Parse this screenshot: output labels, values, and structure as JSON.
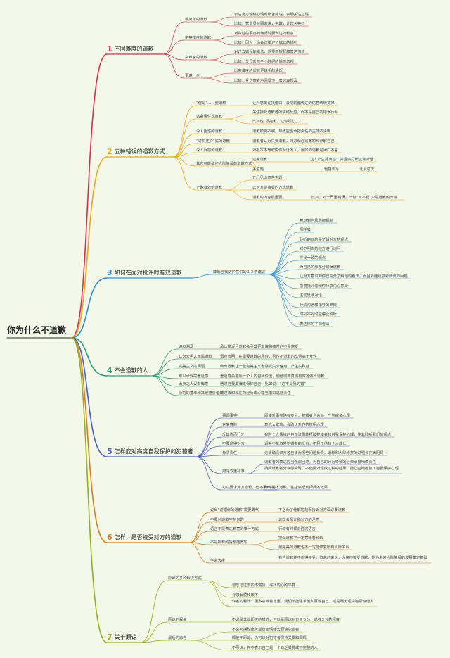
{
  "root": {
    "label": "你为什么不道歉"
  },
  "branches": [
    {
      "num": "1",
      "label": "不同难度的道歉",
      "color": "#e02a4a",
      "children": [
        {
          "label": "最简单的道歉",
          "children": [
            {
              "label": "表达对方糟糕心情或痛苦处境，表明关注之情"
            },
            {
              "label": "比如，营业员对顾客说，抱歉，让您久等了"
            }
          ]
        },
        {
          "label": "中等难度的道歉",
          "children": [
            {
              "label": "对做过的事感到悔恨时要表达的歉意"
            },
            {
              "label": "比如，因为一场会议错过了妹妹的婚礼"
            }
          ]
        },
        {
          "label": "高难度的道歉",
          "children": [
            {
              "label": "对过去错误的做法，想重新提起和表达愧疚"
            },
            {
              "label": "比如，父母对孩子小时候的情感忽视"
            }
          ]
        },
        {
          "label": "更进一步",
          "children": [
            {
              "label": "比高难度的道歉更棘手的情况"
            },
            {
              "label": "比如，受伤害者声泪俱下，表达哀怨及"
            }
          ]
        }
      ]
    },
    {
      "num": "2",
      "label": "五种错误的道歉方式",
      "color": "#f2a51a",
      "children": [
        {
          "label": "“但是”……型道歉",
          "children": [
            {
              "label": "让人感觉在找借口，会把前面传达的信息统统抹掉"
            }
          ]
        },
        {
          "label": "逃避责任式道歉",
          "children": [
            {
              "label": "关注接受道歉者的情绪反应，而不是自己的错误行为"
            },
            {
              "label": "比如说“很抱歉，让你烦心了”"
            }
          ]
        },
        {
          "label": "令人困惑的道歉",
          "children": [
            {
              "label": "道歉模糊不明，导致应当承担责任的主体不清晰"
            }
          ]
        },
        {
          "label": "“讨价还价”式的道歉",
          "children": [
            {
              "label": "道歉者认为只要道歉，对方就必须宽恕和谅解自己"
            }
          ]
        },
        {
          "label": "令人反感的道歉",
          "children": [
            {
              "label": "对根本不想取悦你对话的人，最好的道歉是闭口不言"
            }
          ]
        },
        {
          "label": "其它可能破坏人际关系的道歉方式",
          "children": [
            {
              "label": "过度道歉",
              "children": [
                {
                  "label": "让人产生距离感，并且会打断正常对话"
                }
              ]
            },
            {
              "label": "子主题",
              "children": [
                {
                  "label": "轻描淡写",
                  "children": [
                    {
                      "label": "让人讨厌"
                    }
                  ]
                }
              ]
            }
          ]
        },
        {
          "label": "正确有效的道歉",
          "children": [
            {
              "label": "开门见山直奔主题"
            },
            {
              "label": "以对方能接受的方式道歉"
            },
            {
              "label": "道歉的内容很重要",
              "children": [
                {
                  "label": "比如，对于严重错误，一句“对不起”只是道歉的开端"
                }
              ]
            }
          ]
        }
      ]
    },
    {
      "num": "3",
      "label": "如何在面对批评时有效道歉",
      "color": "#2a8fd8",
      "children": [
        {
          "label": "降低自我防护意识的１２条建议",
          "children": [
            {
              "label": "意识到自我防御机制"
            },
            {
              "label": "深呼吸"
            },
            {
              "label": "聆听的目的是了解对方的观点"
            },
            {
              "label": "对不明白的地方进行询问"
            },
            {
              "label": "寻找一致的观点"
            },
            {
              "label": "为自己的那部分错误道歉"
            },
            {
              "label": "让对方意识到你已充分了解他的看法，而且会继续思考所谈的问题"
            },
            {
              "label": "感谢批评者和你分享内心感受"
            },
            {
              "label": "主动延续对话"
            },
            {
              "label": "分清沟通和指导的界限"
            },
            {
              "label": "时机不对时应停止聆听"
            },
            {
              "label": "表达你的不同看法"
            }
          ]
        }
      ]
    },
    {
      "num": "4",
      "label": "不会道歉的人",
      "color": "#2f9e7a",
      "children": [
        {
          "label": "追本溯源",
          "children": [
            {
              "label": "承认错误且道歉会引发更羞愧和痛苦的不良感受"
            }
          ]
        },
        {
          "label": "认为大男人无需道歉",
          "children": [
            {
              "label": "调查表明，在需要道歉的场合，男性不道歉的比例高于女性"
            }
          ]
        },
        {
          "label": "完美主义的问题",
          "children": [
            {
              "label": "做出道歉让一些完美主义者感觉失去信用，产生失败感"
            }
          ]
        },
        {
          "label": "难以承受的羞耻感",
          "children": [
            {
              "label": "羞耻感会摧毁一个人的自我价值，使他很难真诚有效地做出道歉"
            }
          ]
        },
        {
          "label": "太卖之人没有悔意",
          "children": [
            {
              "label": "通过自我欺骗来保护自己，比如说：“这不是我的错”"
            }
          ]
        },
        {
          "label": "原始的童年和其他堕胁借口",
          "children": [
            {
              "label": "用过去和现在的经历或心理当借口逃避责任"
            }
          ]
        }
      ]
    },
    {
      "num": "5",
      "label": "怎样应对高度自我保护的犯错者",
      "color": "#4a5fc8",
      "children": [
        {
          "label": "强调事实",
          "children": [
            {
              "label": "即使对事实略有夸大，犯错者也会马上产生戒备心理"
            }
          ]
        },
        {
          "label": "言简意赅",
          "children": [
            {
              "label": "表达太繁琐，会助长对方的抗拒心理"
            }
          ]
        },
        {
          "label": "反其道而行之",
          "children": [
            {
              "label": "有时个人情绪的自然流露能打破犯错者的自我保护心理，使其聆听我们的观点"
            }
          ]
        },
        {
          "label": "不要逼得对方",
          "children": [
            {
              "label": "逼得不能激发犯错者的反省，不利于他的个人成长"
            }
          ]
        },
        {
          "label": "分清责任",
          "children": [
            {
              "label": "无法确清双方各自该为哪些问题负责，道歉和人际修复的过程会充满阻碍"
            }
          ]
        },
        {
          "label": "用好双重标准",
          "children": [
            {
              "label": "道歉者的表达应当强调回避，为自己的行为导致的后果承担明确责任"
            },
            {
              "label": "接受道歉者分享感受时，不但要对造成这种的结果，能让犯错者放下自我保护心理"
            }
          ]
        },
        {
          "label": "可以要求对方道歉，但不要命令",
          "children": [
            {
              "label": "命令他人道歉，往往会起到相反的效果"
            }
          ]
        }
      ]
    },
    {
      "num": "6",
      "label": "怎样，是否接受对方的道歉",
      "color": "#e07a1a",
      "children": [
        {
          "label": "说出“谢谢你的道歉”需要勇气",
          "children": [
            {
              "label": "不必为了化解尴尬而告诉对方没必要道歉"
            }
          ]
        },
        {
          "label": "不要对道歉字斟句酌",
          "children": [
            {
              "label": "这样会深化和对方的矛盾"
            }
          ]
        },
        {
          "label": "语言不是表达歉意的唯一方式",
          "children": [
            {
              "label": "行动有时候会胜过语言"
            }
          ]
        },
        {
          "label": "不是所有的情都能宽恕",
          "children": [
            {
              "label": "接受道歉不一定意味着和解"
            },
            {
              "label": "最完美的道歉也不一定能修复所有人际关系"
            }
          ]
        },
        {
          "label": "学会大度",
          "children": [
            {
              "label": "有些道歉并不值得接受，但总的来说，大度地接受道歉，能为未来人际关系的发展奠定基础"
            }
          ]
        }
      ]
    },
    {
      "num": "7",
      "label": "关于原谅",
      "color": "#94b01a",
      "children": [
        {
          "label": "原谅的多种解决方式",
          "children": [
            {
              "label": "想忘记过去的不愉快，寻找内心的平静"
            },
            {
              "label": "寻求解脱和放下"
            },
            {
              "label": "作者的看法：更多意味着尊重，我们不能强求他人原谅自己，或是毫无理由地原谅他人"
            }
          ]
        },
        {
          "label": "原谅的程度",
          "children": [
            {
              "label": "不必是非此即彼的模式，可以是原谅对方９５%，或者２%的程度"
            }
          ]
        },
        {
          "label": "最后的忠告",
          "children": [
            {
              "label": "不必为摆脱痛苦或负面情绪去原谅犯错者"
            },
            {
              "label": "即使不原谅，仍可以对犯错者保持关爱和同情"
            },
            {
              "label": "不原谅，并不表示自己是一个缺乏关爱或不完整的人"
            }
          ]
        }
      ]
    }
  ]
}
